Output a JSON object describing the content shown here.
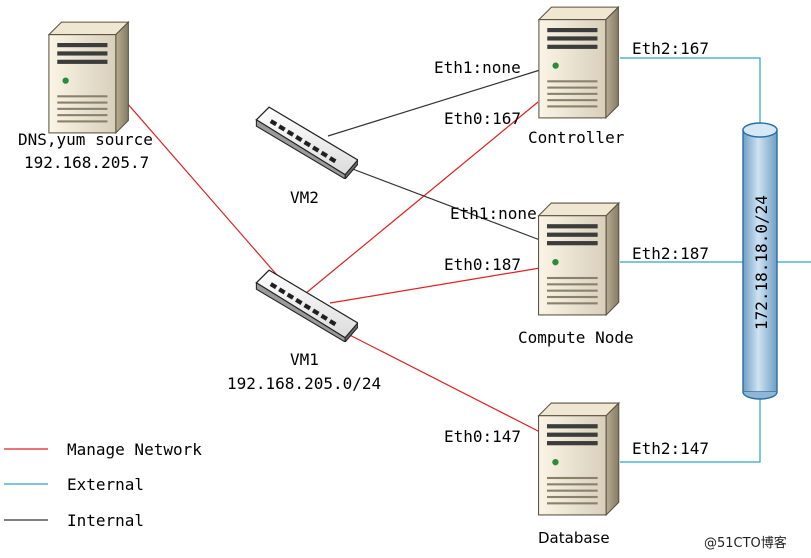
{
  "nodes": {
    "dns": {
      "name": "DNS,yum source",
      "ip": "192.168.205.7"
    },
    "controller": {
      "name": "Controller"
    },
    "compute": {
      "name": "Compute Node"
    },
    "database": {
      "name": "Database"
    },
    "vm2": {
      "name": "VM2"
    },
    "vm1": {
      "name": "VM1",
      "subnet": "192.168.205.0/24"
    },
    "external_bus": {
      "subnet": "172.18.18.0/24"
    }
  },
  "ports": {
    "controller_eth1": "Eth1:none",
    "controller_eth0": "Eth0:167",
    "controller_eth2": "Eth2:167",
    "compute_eth1": "Eth1:none",
    "compute_eth0": "Eth0:187",
    "compute_eth2": "Eth2:187",
    "database_eth0": "Eth0:147",
    "database_eth2": "Eth2:147"
  },
  "legend": [
    {
      "label": "Manage Network",
      "color": "#e02020"
    },
    {
      "label": "External",
      "color": "#2aa6c0"
    },
    {
      "label": "Internal",
      "color": "#333333"
    }
  ],
  "colors": {
    "manage": "#e02020",
    "external": "#2aa6c0",
    "internal": "#333333",
    "bus_fill": "#a9cbe3",
    "bus_stroke": "#2a6da3"
  },
  "watermark": "@51CTO博客"
}
